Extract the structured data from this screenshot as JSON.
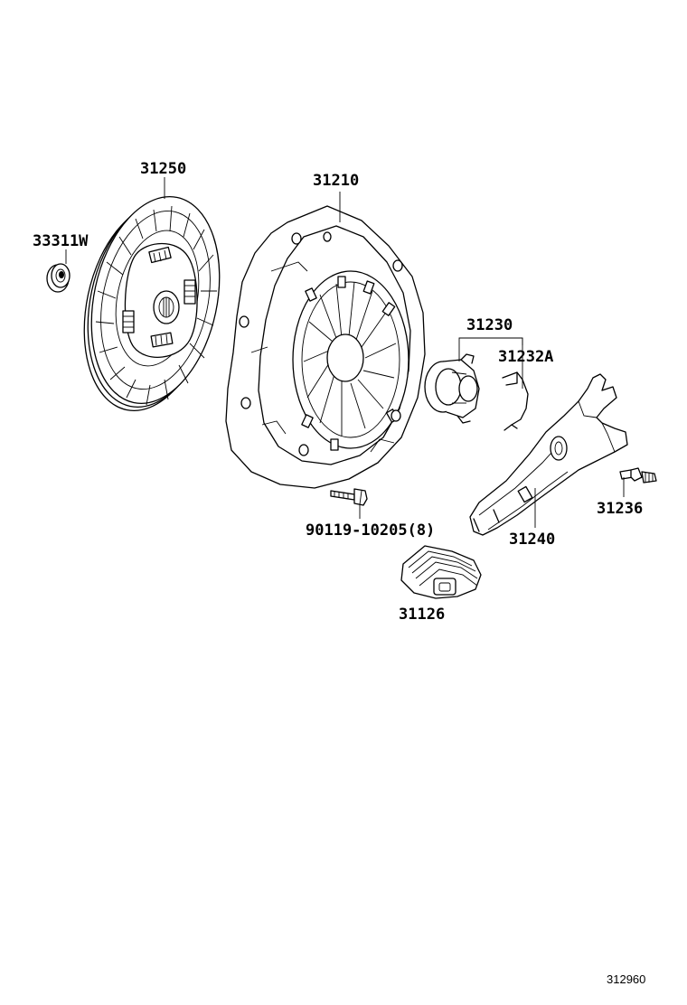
{
  "labels": {
    "clutch_disc": "31250",
    "pilot_bearing": "33311W",
    "clutch_cover": "31210",
    "release_bearing_hub": "31230",
    "release_clip": "31232A",
    "release_fork": "31240",
    "fork_pivot_stud": "31236",
    "cover_bolt": "90119-10205(8)",
    "fork_boot": "31126"
  },
  "figure_number": "312960"
}
